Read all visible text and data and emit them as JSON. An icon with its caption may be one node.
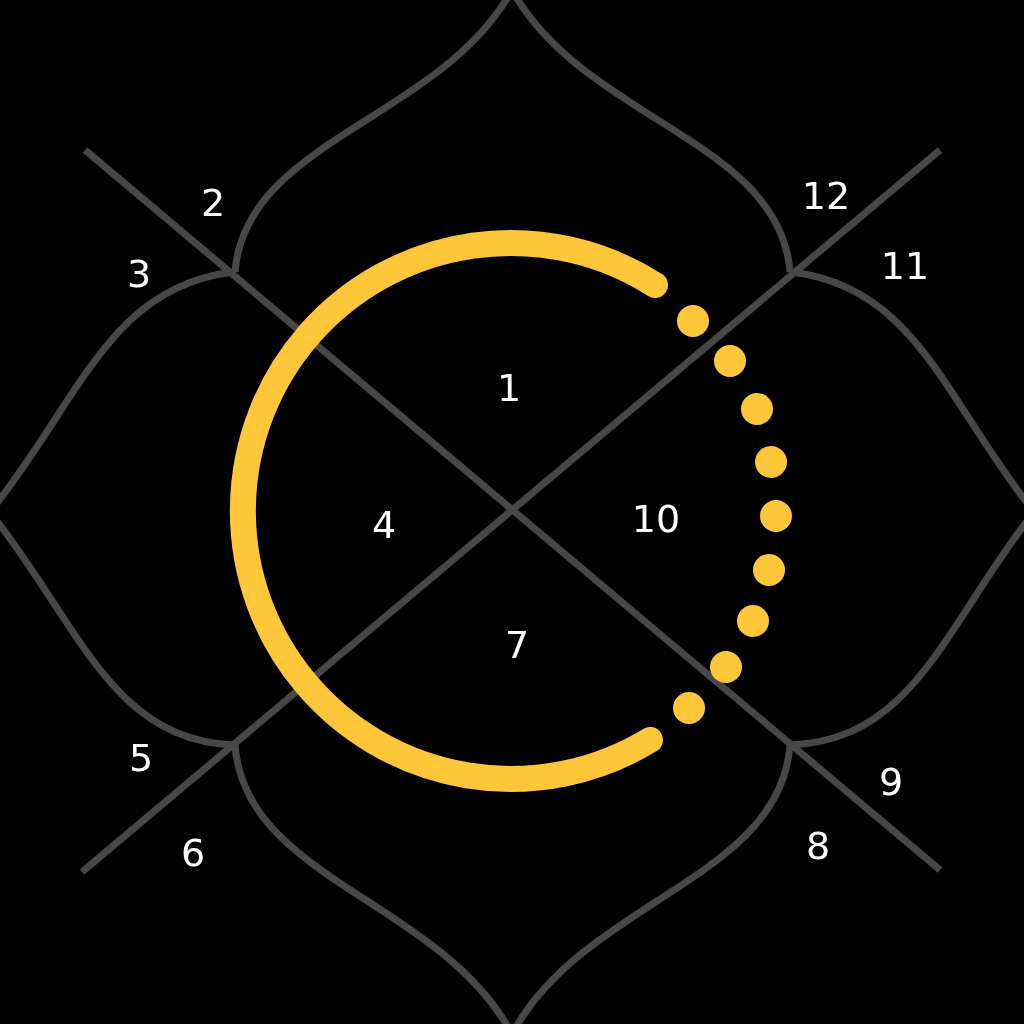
{
  "diagram": {
    "labels": [
      "2",
      "12",
      "3",
      "11",
      "1",
      "4",
      "10",
      "7",
      "5",
      "9",
      "6",
      "8"
    ]
  }
}
